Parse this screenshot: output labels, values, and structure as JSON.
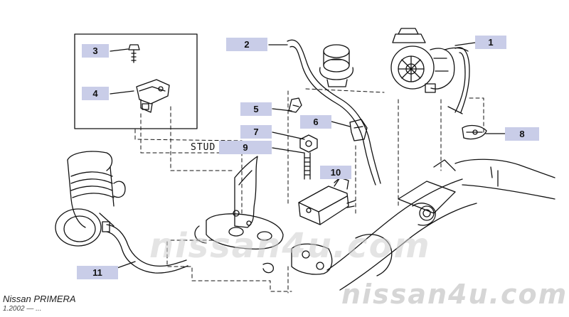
{
  "callouts": [
    {
      "id": "part-1",
      "label": "1"
    },
    {
      "id": "part-2",
      "label": "2"
    },
    {
      "id": "part-3",
      "label": "3"
    },
    {
      "id": "part-4",
      "label": "4"
    },
    {
      "id": "part-5",
      "label": "5"
    },
    {
      "id": "part-6",
      "label": "6"
    },
    {
      "id": "part-7",
      "label": "7"
    },
    {
      "id": "part-8",
      "label": "8"
    },
    {
      "id": "part-9",
      "label": "9"
    },
    {
      "id": "part-10",
      "label": "10"
    },
    {
      "id": "part-11",
      "label": "11"
    }
  ],
  "stud_label": "STUD",
  "brand": {
    "model": "Nissan PRIMERA",
    "date": "1.2002 — ..."
  },
  "watermark": {
    "center": "nissan4u.com",
    "corner": "nissan4u.com"
  },
  "colors": {
    "callout_bg": "#c9cde8",
    "line": "#111111",
    "watermark": "#d8d8d8"
  }
}
